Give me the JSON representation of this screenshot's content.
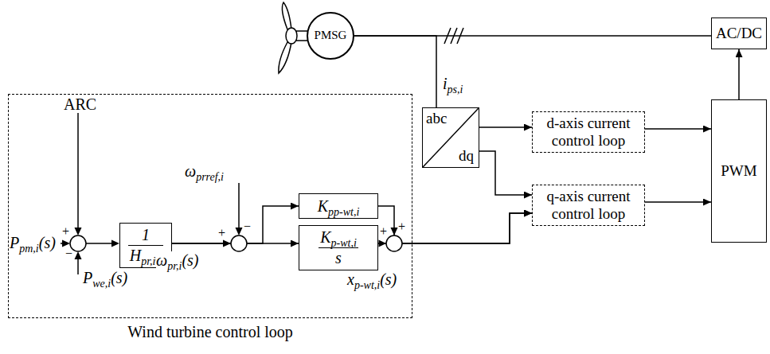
{
  "diagram": {
    "nodes": [
      {
        "text": [
          "Wind turbine control loop"
        ]
      },
      {
        "text": [
          "1",
          "H",
          "pr,i",
          "s"
        ],
        "in": 0
      },
      {
        "text": [
          "K",
          "pp-wt,i"
        ],
        "in": 0
      },
      {
        "text": [
          "K",
          "p-wt,i",
          "s"
        ],
        "in": 0
      },
      {
        "text": [
          "PMSG"
        ]
      },
      {
        "text": [
          "AC/DC"
        ]
      },
      {
        "text": [
          "abc",
          "dq"
        ]
      },
      {
        "text": [
          "d-axis current control loop"
        ]
      },
      {
        "text": [
          "q-axis current control loop"
        ]
      },
      {
        "text": [
          "PWM"
        ]
      }
    ],
    "edges": [
      {
        "from": 4,
        "to": 5,
        "arrow": "none"
      },
      {
        "from": 4,
        "to": 6,
        "arrow": "none"
      },
      {
        "from": 6,
        "to": 7,
        "arrow": "to"
      },
      {
        "from": 6,
        "to": 8,
        "arrow": "to"
      },
      {
        "from": 7,
        "to": 9,
        "arrow": "to"
      },
      {
        "from": 8,
        "to": 9,
        "arrow": "to"
      },
      {
        "from": 9,
        "to": 5,
        "arrow": "to"
      },
      {
        "from": 1,
        "to": 2,
        "arrow": "to"
      },
      {
        "from": 1,
        "to": 3,
        "arrow": "to"
      },
      {
        "from": 2,
        "to": 8,
        "arrow": "to"
      },
      {
        "from": 3,
        "to": 8,
        "arrow": "to"
      }
    ],
    "labels": [
      "ARC",
      "+",
      "−",
      "P",
      "pm,i",
      "(s)",
      "P",
      "we,i",
      "(s)",
      "ω",
      "pr,i",
      "(s)",
      "ω",
      "prref,i",
      "+",
      "−",
      "+",
      "+",
      "x",
      "p-wt,i",
      "(s)",
      "i",
      "ps,i"
    ]
  }
}
